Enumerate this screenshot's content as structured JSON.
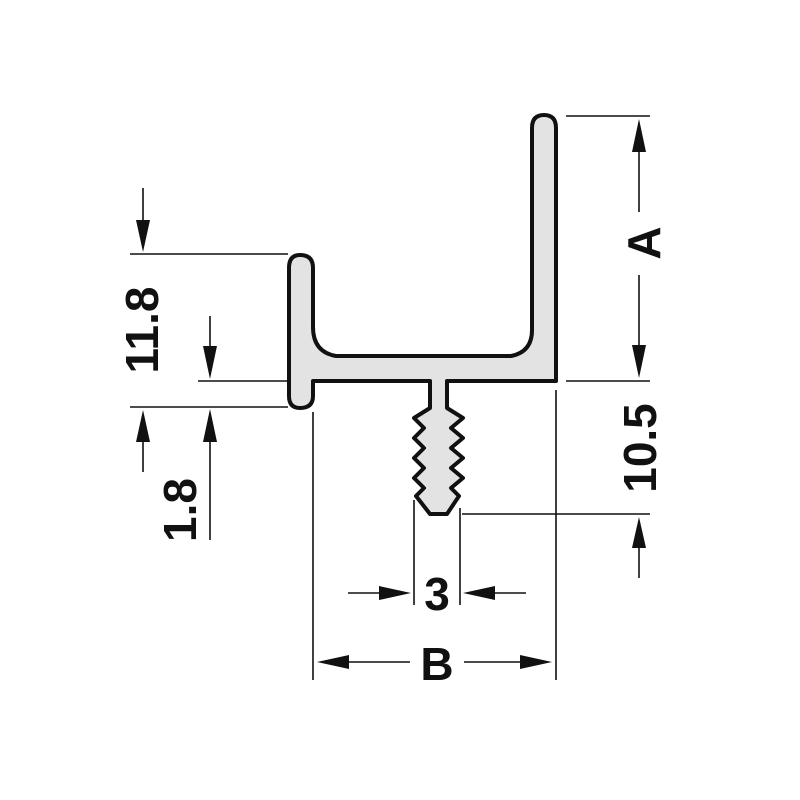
{
  "colors": {
    "profile_fill": "#e3e3e3",
    "profile_stroke": "#111111",
    "dimension_line": "#111111"
  },
  "dimensions": {
    "height_total": "11.8",
    "flange_thickness": "1.8",
    "fin_depth": "10.5",
    "fin_width": "3",
    "height_a": "A",
    "width_b": "B"
  }
}
